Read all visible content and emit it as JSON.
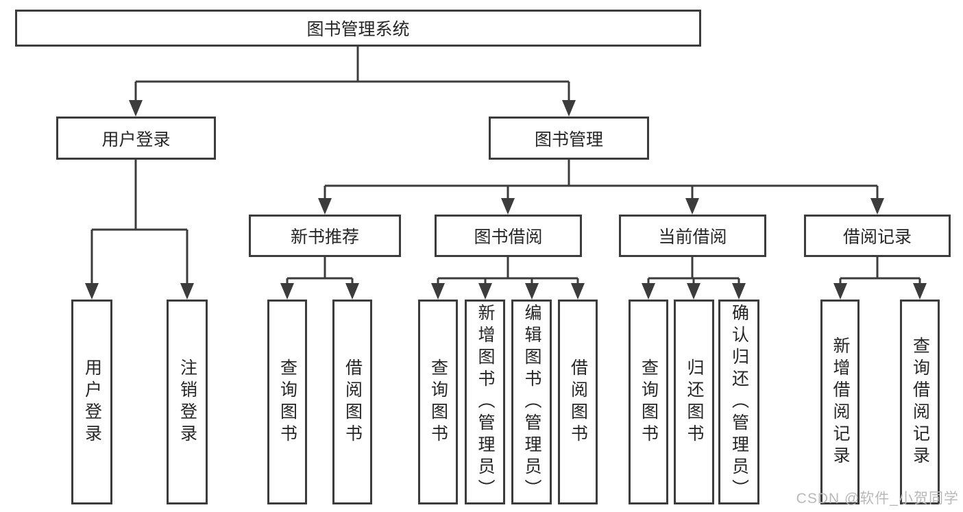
{
  "diagram": {
    "root": "图书管理系统",
    "login_branch": {
      "label": "用户登录",
      "children": [
        "用户登录",
        "注销登录"
      ]
    },
    "mgmt_branch": {
      "label": "图书管理",
      "groups": [
        {
          "label": "新书推荐",
          "children": [
            "查询图书",
            "借阅图书"
          ]
        },
        {
          "label": "图书借阅",
          "children": [
            "查询图书",
            "新增图书（管理员）",
            "编辑图书（管理员）",
            "借阅图书"
          ]
        },
        {
          "label": "当前借阅",
          "children": [
            "查询图书",
            "归还图书",
            "确认归还（管理员）"
          ]
        },
        {
          "label": "借阅记录",
          "children": [
            "新增借阅记录",
            "查询借阅记录"
          ]
        }
      ]
    }
  },
  "watermark": "CSDN @软件_小贺同学",
  "colors": {
    "line": "#3c3c3c",
    "text": "#262626",
    "watermark": "#b9b9b9",
    "background": "#ffffff"
  }
}
